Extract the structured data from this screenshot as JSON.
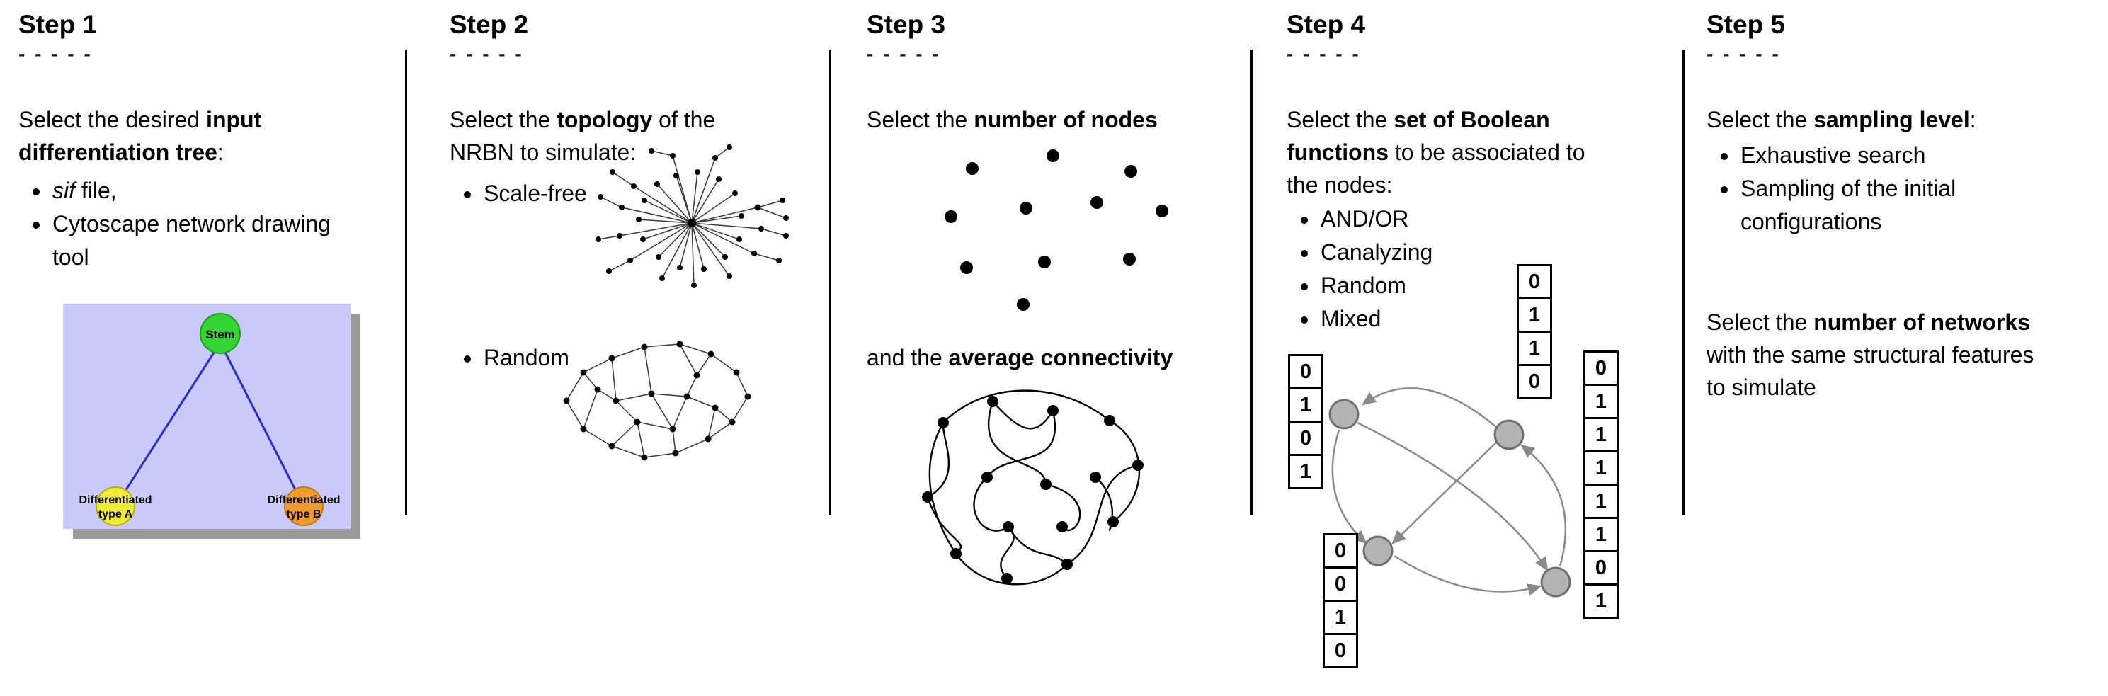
{
  "figure": {
    "dashes": "- - - - -"
  },
  "steps": [
    {
      "title": "Step 1",
      "intro": [
        {
          "text": "Select the desired "
        },
        {
          "text": "input differentiation tree",
          "bold": true
        },
        {
          "text": ":"
        }
      ],
      "bullets": [
        [
          {
            "text": "sif",
            "italic": true
          },
          {
            "text": " file,"
          }
        ],
        [
          {
            "text": "Cytoscape network drawing tool"
          }
        ]
      ],
      "tree": {
        "stem_label": "Stem",
        "child_a_line1": "Differentiated",
        "child_a_line2": "type A",
        "child_b_line1": "Differentiated",
        "child_b_line2": "type B",
        "colors": {
          "background": "#c9c9fb",
          "shadow": "#9a9a9a",
          "stem": "#35d435",
          "child_a": "#efe93a",
          "child_b": "#f09a30",
          "edge": "#2a2ad0"
        }
      }
    },
    {
      "title": "Step 2",
      "intro": [
        {
          "text": "Select the "
        },
        {
          "text": "topology",
          "bold": true
        },
        {
          "text": " of the NRBN to simulate:"
        }
      ],
      "bullets_first": [
        [
          {
            "text": "Scale-free"
          }
        ]
      ],
      "bullets_second": [
        [
          {
            "text": "Random"
          }
        ]
      ]
    },
    {
      "title": "Step 3",
      "intro": [
        {
          "text": "Select the "
        },
        {
          "text": "number of nodes",
          "bold": true
        }
      ],
      "connectivity": [
        {
          "text": "and the "
        },
        {
          "text": "average connectivity",
          "bold": true
        }
      ]
    },
    {
      "title": "Step 4",
      "intro": [
        {
          "text": "Select the "
        },
        {
          "text": "set of Boolean functions",
          "bold": true
        },
        {
          "text": " to be associated to the nodes:"
        }
      ],
      "bullets": [
        [
          {
            "text": "AND/OR"
          }
        ],
        [
          {
            "text": "Canalyzing"
          }
        ],
        [
          {
            "text": "Random"
          }
        ],
        [
          {
            "text": "Mixed"
          }
        ]
      ],
      "truth_tables": {
        "left": [
          "0",
          "1",
          "0",
          "1"
        ],
        "top": [
          "0",
          "1",
          "1",
          "0"
        ],
        "bottom": [
          "0",
          "0",
          "1",
          "0"
        ],
        "right": [
          "0",
          "1",
          "1",
          "1",
          "1",
          "1",
          "0",
          "1"
        ]
      },
      "colors": {
        "node_fill": "#b3b3b3",
        "node_stroke": "#6e6e6e",
        "arrow": "#8a8a8a"
      }
    },
    {
      "title": "Step 5",
      "intro": [
        {
          "text": "Select the "
        },
        {
          "text": "sampling level",
          "bold": true
        },
        {
          "text": ":"
        }
      ],
      "bullets": [
        [
          {
            "text": "Exhaustive search"
          }
        ],
        [
          {
            "text": "Sampling of the initial configurations"
          }
        ]
      ],
      "second_paragraph": [
        {
          "text": "Select the "
        },
        {
          "text": "number of networks",
          "bold": true
        },
        {
          "text": " with the same structural features to simulate"
        }
      ]
    }
  ]
}
